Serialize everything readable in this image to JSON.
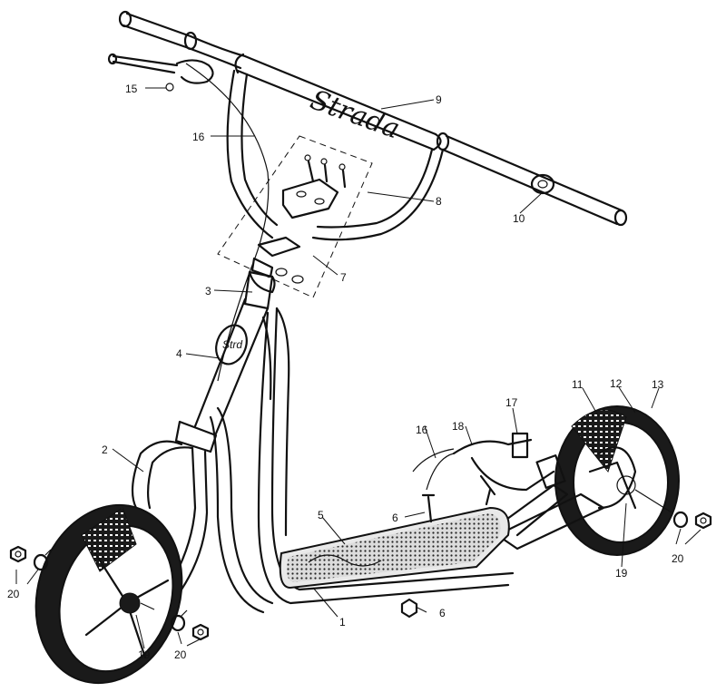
{
  "diagram": {
    "brand_logo": "Strada",
    "callouts": [
      "1",
      "2",
      "3",
      "4",
      "5",
      "6",
      "6",
      "7",
      "8",
      "9",
      "10",
      "11",
      "12",
      "13",
      "15",
      "16",
      "16",
      "17",
      "18",
      "19",
      "19",
      "20",
      "20",
      "20"
    ]
  },
  "icons": [
    "scooter-frame",
    "front-wheel",
    "rear-wheel",
    "handlebar",
    "brake-cable",
    "axle-nut"
  ]
}
